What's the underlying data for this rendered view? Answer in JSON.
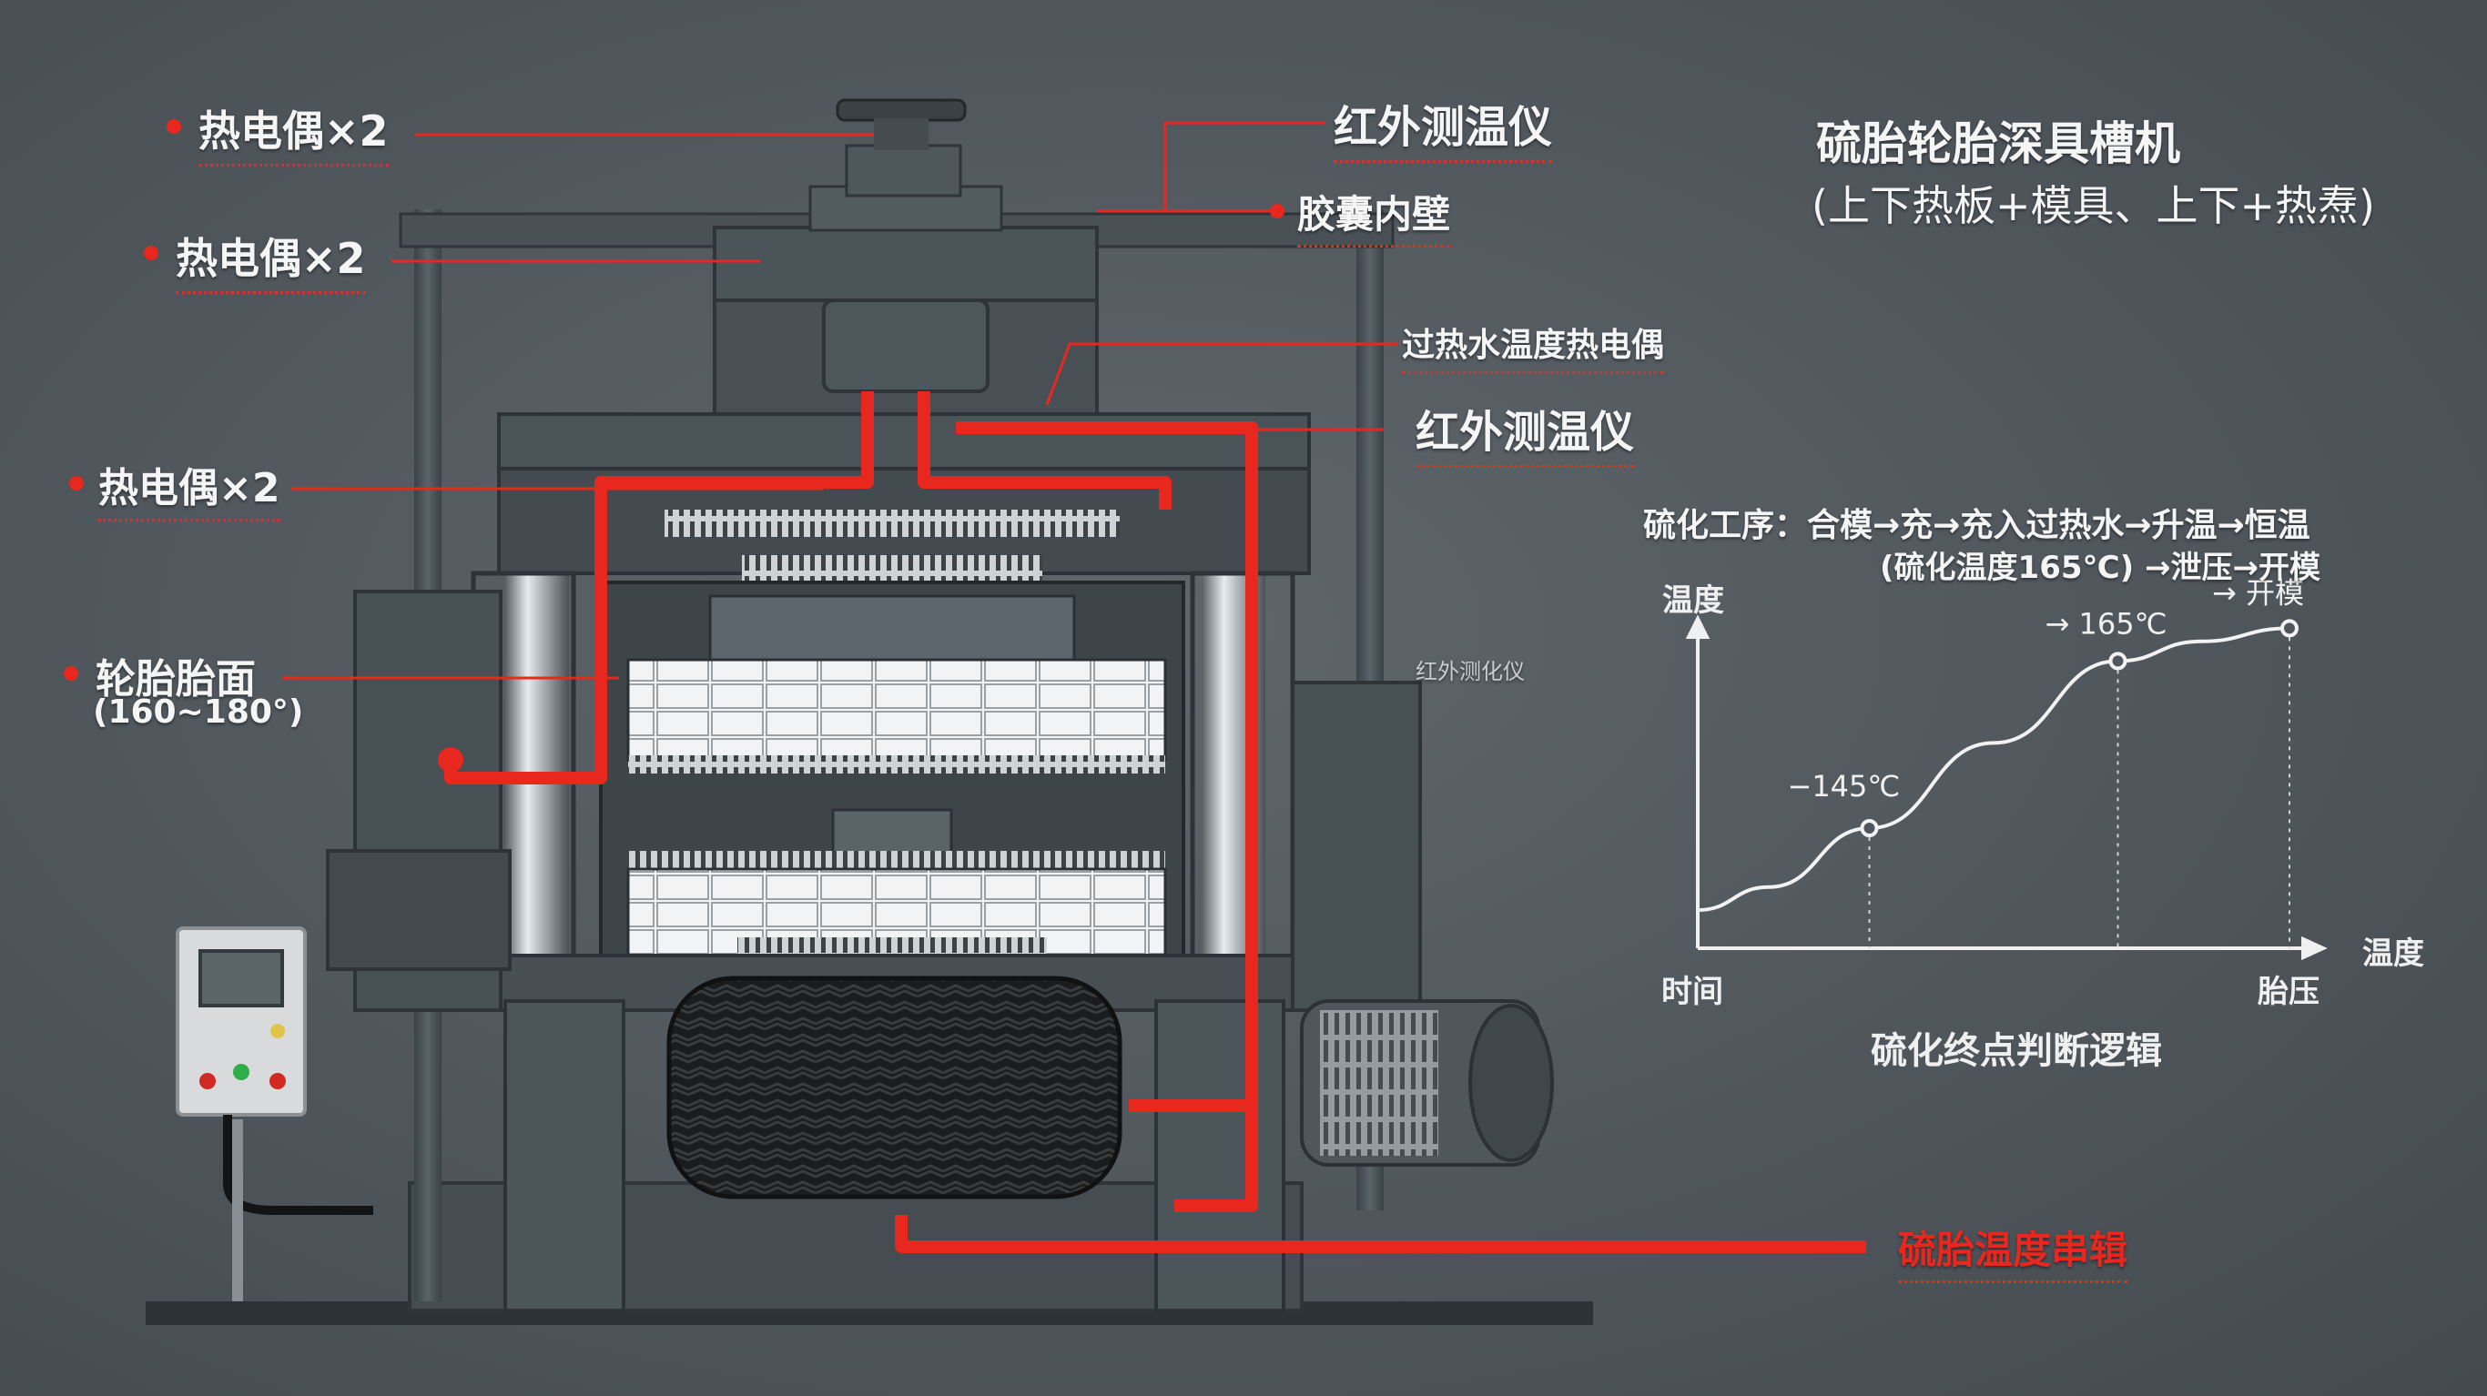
{
  "title": {
    "line1": "硫胎轮胎深具槽机",
    "line2": "(上下热板+模具、上下+热焘)"
  },
  "labels": {
    "thermocouple_1": "热电偶×2",
    "thermocouple_2": "热电偶×2",
    "thermocouple_3": "热电偶×2",
    "tread": "轮胎胎面",
    "tread_range": "(160~180°)",
    "infrared_1": "红外测温仪",
    "bladder_wall": "胶囊内壁",
    "superheated_tc": "过热水温度热电偶",
    "infrared_2": "红外测温仪",
    "infrared_small": "红外测化仪",
    "bottom_caption": "硫胎温度串辑"
  },
  "process": {
    "line1": "硫化工序：合模→充→充入过热水→升温→恒温",
    "line2": "(硫化温度165℃) →泄压→开模"
  },
  "chart_data": {
    "type": "line",
    "title": "硫化终点判断逻辑",
    "ylabel": "温度",
    "xlabel": "温度",
    "x_start_label": "时间",
    "x_end_label": "胎压",
    "annotations": [
      "−145℃",
      "→ 165℃",
      "→ 开模"
    ],
    "points": [
      {
        "x": 0.0,
        "y": 0.0
      },
      {
        "x": 0.12,
        "y": 0.07
      },
      {
        "x": 0.29,
        "y": 0.25
      },
      {
        "x": 0.5,
        "y": 0.51
      },
      {
        "x": 0.71,
        "y": 0.76
      },
      {
        "x": 0.85,
        "y": 0.82
      },
      {
        "x": 1.0,
        "y": 0.86
      }
    ],
    "markers": [
      {
        "x": 0.29,
        "y": 0.25,
        "label": "−145℃"
      },
      {
        "x": 0.71,
        "y": 0.76,
        "label": "→ 165℃"
      },
      {
        "x": 1.0,
        "y": 0.86,
        "label": "→ 开模"
      }
    ]
  },
  "colors": {
    "accent": "#e8271e",
    "machine": "#4a5358",
    "bg": "#545b61"
  }
}
